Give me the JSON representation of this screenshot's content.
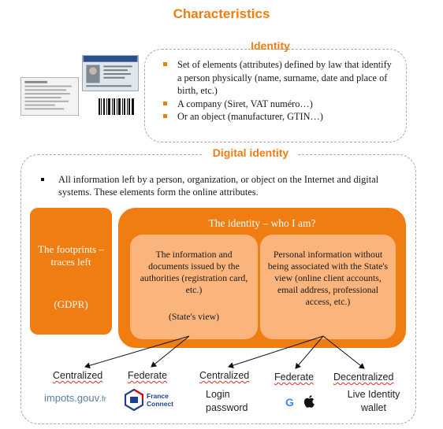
{
  "title": "Characteristics",
  "identity": {
    "heading": "Identity",
    "items": [
      "Set of elements (attributes) defined by law that identify a person physically (name, surname, date and place of birth, etc.)",
      "A company (Siret, VAT numéro…)",
      "Or an object (manufacturer, GTIN…)"
    ]
  },
  "digital_identity": {
    "heading": "Digital identity",
    "bullet": "All information left by a person, organization, or object on the Internet and digital systems. These elements form the online attributes.",
    "footprints": {
      "title": "The footprints – traces left",
      "note": "(GDPR)"
    },
    "who": {
      "title": "The identity – who I am?",
      "left_text": "The information and documents issued by the authorities (registration card, etc.)",
      "left_view": "(State's view)",
      "right_text": "Personal information without being associated with the State's view (online client accounts, email address, professional access, etc.)"
    }
  },
  "categories": {
    "centralized_1": "Centralized",
    "federate_1": "Federate",
    "centralized_2": "Centralized",
    "federate_2": "Federate",
    "decentralized": "Decentralized"
  },
  "examples": {
    "impots_main": "impots.gouv",
    "impots_suffix": ".fr",
    "france_connect": "France\nConnect",
    "login": "Login\npassword",
    "google": "G",
    "live_identity": "Live Identity wallet"
  },
  "icons": {
    "id_card": "id-card-icon",
    "document": "document-icon",
    "barcode": "barcode-icon",
    "apple": "apple-icon"
  },
  "colors": {
    "accent": "#ef7d12",
    "accent_light": "#fbb47c",
    "border": "#a7a7a7"
  }
}
